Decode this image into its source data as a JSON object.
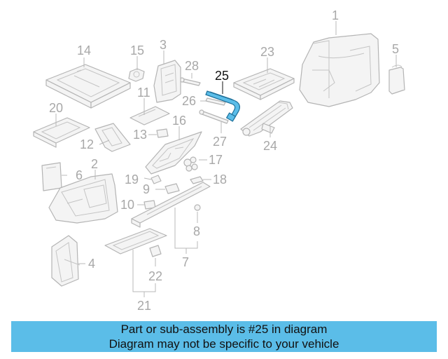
{
  "diagram": {
    "highlighted_part": "25",
    "highlight_color": "#5bbde8",
    "callouts": {
      "c1": "1",
      "c2": "2",
      "c3": "3",
      "c4": "4",
      "c5": "5",
      "c6": "6",
      "c7": "7",
      "c8": "8",
      "c9": "9",
      "c10": "10",
      "c11": "11",
      "c12": "12",
      "c13": "13",
      "c14": "14",
      "c15": "15",
      "c16": "16",
      "c17": "17",
      "c18": "18",
      "c19": "19",
      "c20": "20",
      "c21": "21",
      "c22": "22",
      "c23": "23",
      "c24": "24",
      "c25": "25",
      "c26": "26",
      "c27": "27",
      "c28": "28"
    }
  },
  "banner": {
    "line1": "Part or sub-assembly is #25 in diagram",
    "line2": "Diagram may not be specific to your vehicle"
  }
}
